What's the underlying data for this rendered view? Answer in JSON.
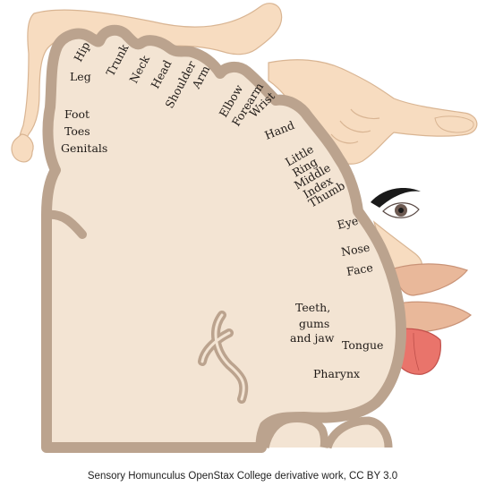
{
  "diagram": {
    "regions": {
      "hip": "Hip",
      "leg": "Leg",
      "trunk": "Trunk",
      "neck": "Neck",
      "head": "Head",
      "shoulder": "Shoulder",
      "arm": "Arm",
      "elbow": "Elbow",
      "forearm": "Forearm",
      "wrist": "Wrist",
      "hand": "Hand",
      "little": "Little",
      "ring": "Ring",
      "middle": "Middle",
      "index": "Index",
      "thumb": "Thumb",
      "foot": "Foot",
      "toes": "Toes",
      "genitals": "Genitals",
      "eye": "Eye",
      "nose": "Nose",
      "face": "Face",
      "teeth_line1": "Teeth,",
      "teeth_line2": "gums",
      "teeth_line3": "and jaw",
      "tongue": "Tongue",
      "pharynx": "Pharynx"
    },
    "caption": "Sensory Homunculus OpenStax College derivative work, CC BY 3.0"
  },
  "colors": {
    "cortex_fill": "#f3e4d3",
    "cortex_outline": "#bba38e",
    "skin": "#f7dcc0",
    "skin_outline": "#d9b593",
    "lip": "#e9b89a",
    "tongue": "#e9746b",
    "eyebrow": "#1a1a1a",
    "iris": "#6d5a52"
  }
}
